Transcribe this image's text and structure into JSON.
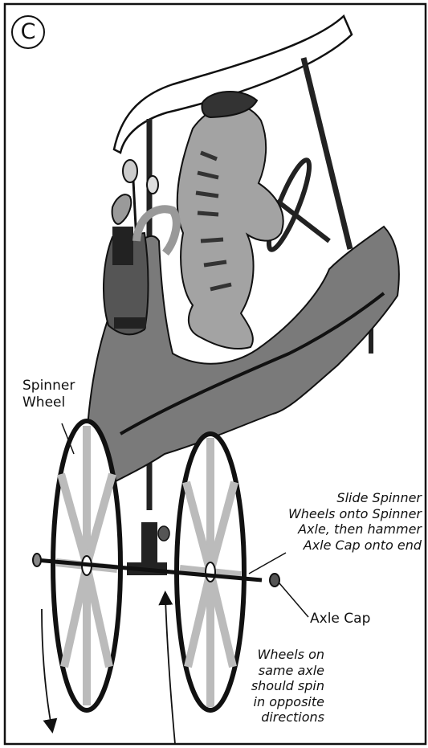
{
  "panel": {
    "letter": "C"
  },
  "labels": {
    "spinner_wheel": [
      "Spinner",
      "Wheel"
    ],
    "slide_instruction": [
      "Slide Spinner",
      "Wheels onto Spinner",
      "Axle, then hammer",
      "Axle Cap onto end"
    ],
    "axle_cap": "Axle Cap",
    "spin_note": [
      "Wheels on",
      "same axle",
      "should spin",
      "in opposite",
      "directions"
    ]
  },
  "colors": {
    "outline": "#111111",
    "body_gray": "#7a7a7a",
    "dark_gray": "#555555",
    "light_gray": "#bdbdbd",
    "roof": "#ffffff"
  }
}
